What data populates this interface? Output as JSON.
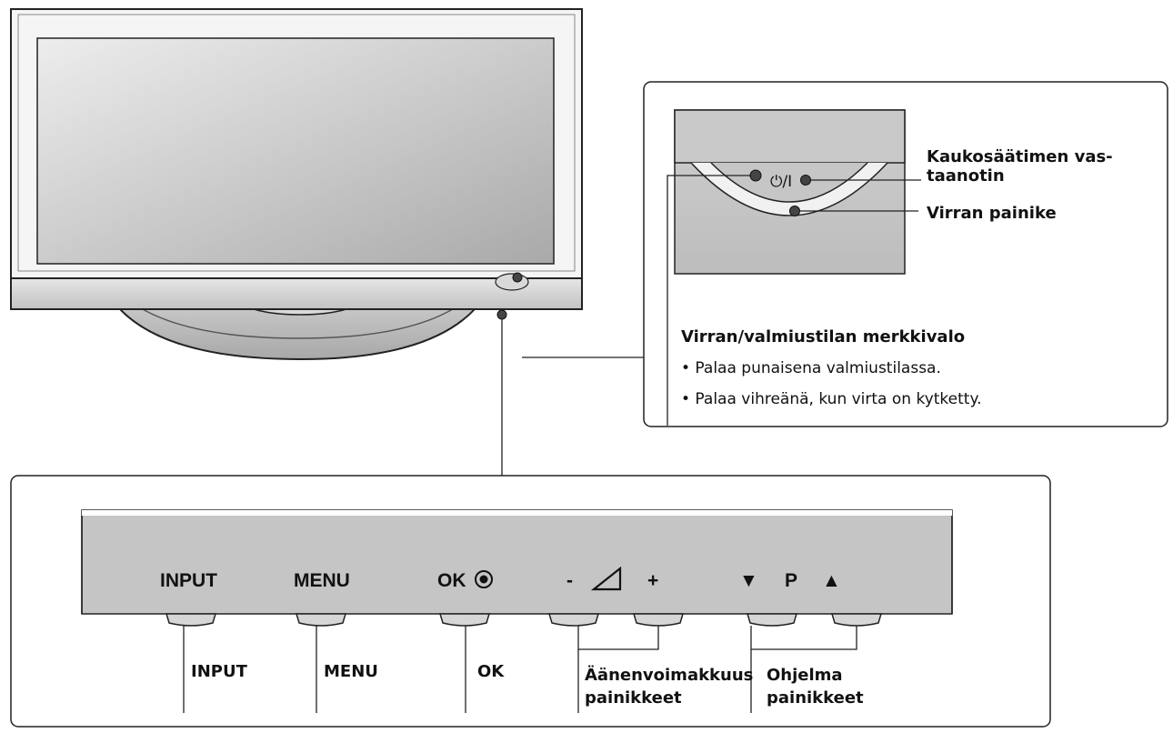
{
  "detail_callout": {
    "remote_sensor_label_line1": "Kaukosäätimen vas-",
    "remote_sensor_label_line2": "taanotin",
    "power_button_label": "Virran painike",
    "power_symbol": "⏻/I",
    "indicator_title": "Virran/valmiustilan merkkivalo",
    "indicator_note_1": "• Palaa punaisena valmiustilassa.",
    "indicator_note_2": "• Palaa vihreänä, kun virta on kytketty."
  },
  "side_panel": {
    "keys": {
      "input": "INPUT",
      "menu": "MENU",
      "ok": "OK",
      "vol_minus": "-",
      "vol_plus": "+",
      "prog_down": "▼",
      "prog_p": "P",
      "prog_up": "▲"
    },
    "labels": {
      "input": "INPUT",
      "menu": "MENU",
      "ok": "OK",
      "volume_line1": "Äänenvoimakkuus",
      "volume_line2": "painikkeet",
      "program_line1": "Ohjelma",
      "program_line2": "painikkeet"
    }
  },
  "colors": {
    "line": "#222222",
    "panel_fill": "#c4c4c4",
    "screen_light": "#ececec",
    "screen_dark": "#b2b2b2",
    "led": "#444444"
  }
}
